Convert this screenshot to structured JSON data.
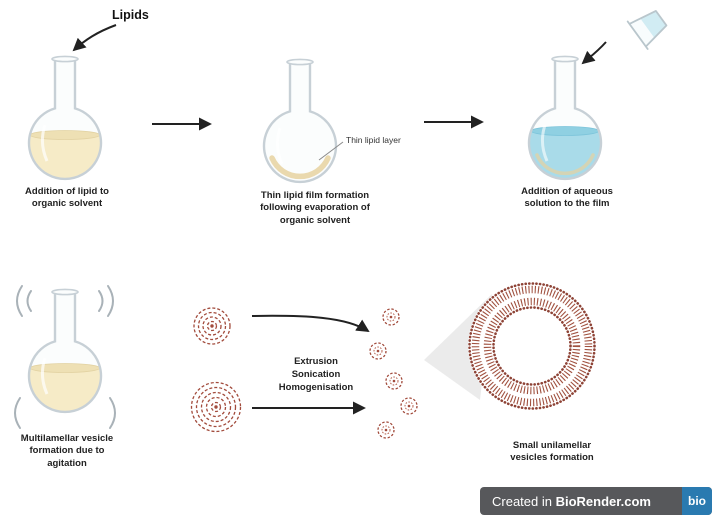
{
  "steps": [
    {
      "id": "lipid-addition",
      "caption": "Addition of lipid to\norganic solvent"
    },
    {
      "id": "thin-film",
      "caption": "Thin lipid film formation\nfollowing evaporation of\norganic solvent"
    },
    {
      "id": "aqueous-addition",
      "caption": "Addition of aqueous\nsolution to the film"
    },
    {
      "id": "mlv-formation",
      "caption": "Multilamellar vesicle\nformation due to\nagitation"
    },
    {
      "id": "suv-formation",
      "caption": "Small unilamellar\nvesicles formation"
    }
  ],
  "labels": {
    "lipids": "Lipids",
    "thin_lipid_layer": "Thin lipid layer",
    "process": "Extrusion\nSonication\nHomogenisation"
  },
  "badge": {
    "prefix": "Created in ",
    "brand": "BioRender.com",
    "logo": "bio"
  },
  "colors": {
    "glass_outline": "#c7d0d6",
    "organic_solvent": "#f6ebc7",
    "aqueous_solution": "#a9dbe9",
    "lipid_film": "#ead9ae",
    "vesicle_dark": "#8e4336",
    "vesicle_mid": "#a24b3c",
    "arrow": "#222222",
    "badge_bg": "#57585b",
    "badge_logo_bg": "#2a7ab0"
  }
}
